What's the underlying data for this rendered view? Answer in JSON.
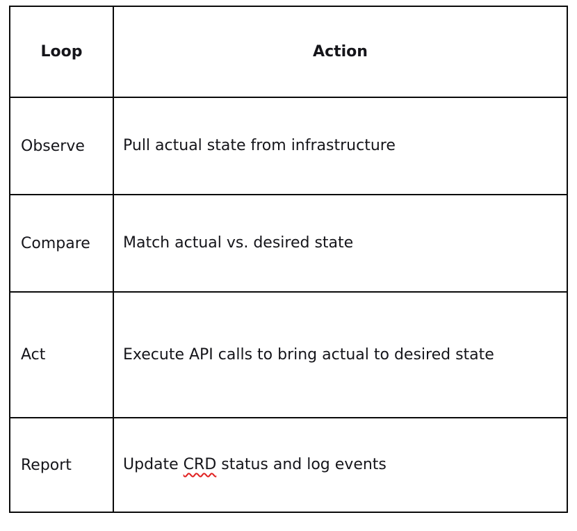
{
  "colors": {
    "background": "#ffffff",
    "border": "#0a0a0a",
    "text": "#15151a",
    "spellcheck_squiggle": "#e02020"
  },
  "table": {
    "columns": [
      {
        "key": "loop",
        "label": "Loop"
      },
      {
        "key": "action",
        "label": "Action"
      }
    ],
    "rows": [
      {
        "loop": "Observe",
        "action": "Pull actual state from infrastructure"
      },
      {
        "loop": "Compare",
        "action": "Match actual vs. desired state"
      },
      {
        "loop": "Act",
        "action": "Execute API calls to bring actual to desired state"
      },
      {
        "loop": "Report",
        "action_segments": {
          "before": "Update ",
          "misspelled": "CRD",
          "after": " status and log events"
        }
      }
    ]
  }
}
